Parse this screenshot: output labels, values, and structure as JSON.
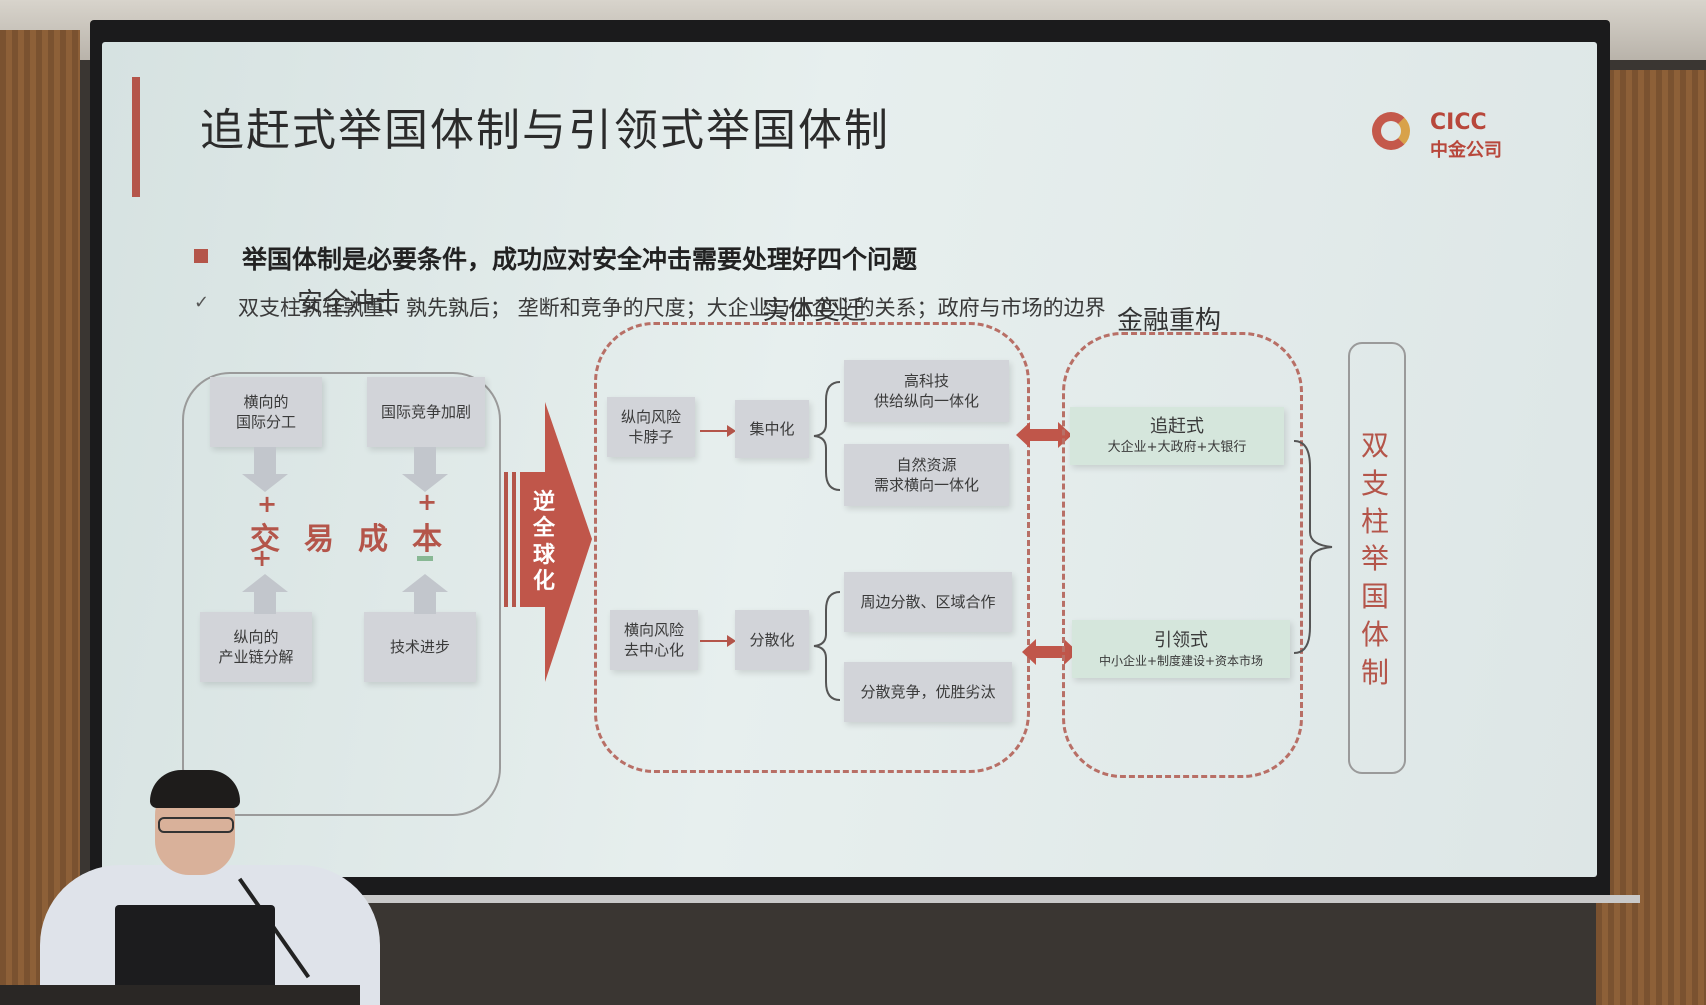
{
  "slide": {
    "title": "追赶式举国体制与引领式举国体制",
    "logo": {
      "en": "CICC",
      "cn": "中金公司"
    },
    "bullet": "举国体制是必要条件，成功应对安全冲击需要处理好四个问题",
    "sub_bullet": "双支柱孰轻孰重、孰先孰后； 垄断和竞争的尺度；大企业与小企业的关系；政府与市场的边界",
    "sections": {
      "a": "安全冲击",
      "b": "实体变迁",
      "c": "金融重构"
    },
    "shock": {
      "tl": [
        "横向的",
        "国际分工"
      ],
      "tr": "国际竞争加剧",
      "bl": [
        "纵向的",
        "产业链分解"
      ],
      "br": "技术进步",
      "center_chars": [
        "交",
        "易",
        "成",
        "本"
      ],
      "signs": {
        "top_left": "+",
        "top_right": "+",
        "bottom_left": "+"
      }
    },
    "big_arrow": [
      "逆",
      "全",
      "球",
      "化"
    ],
    "entity": {
      "risk1": [
        "纵向风险",
        "卡脖子"
      ],
      "mode1": "集中化",
      "out1a": [
        "高科技",
        "供给纵向一体化"
      ],
      "out1b": [
        "自然资源",
        "需求横向一体化"
      ],
      "risk2": [
        "横向风险",
        "去中心化"
      ],
      "mode2": "分散化",
      "out2a": "周边分散、区域合作",
      "out2b": "分散竞争，优胜劣汰"
    },
    "finance": {
      "top_title": "追赶式",
      "top_desc": "大企业+大政府+大银行",
      "bottom_title": "引领式",
      "bottom_desc": "中小企业+制度建设+资本市场"
    },
    "dual_pillar": [
      "双",
      "支",
      "柱",
      "举",
      "国",
      "体",
      "制"
    ]
  },
  "colors": {
    "accent": "#b4554a",
    "node": "#d2d4d9",
    "green_node": "#d5e6dc"
  }
}
